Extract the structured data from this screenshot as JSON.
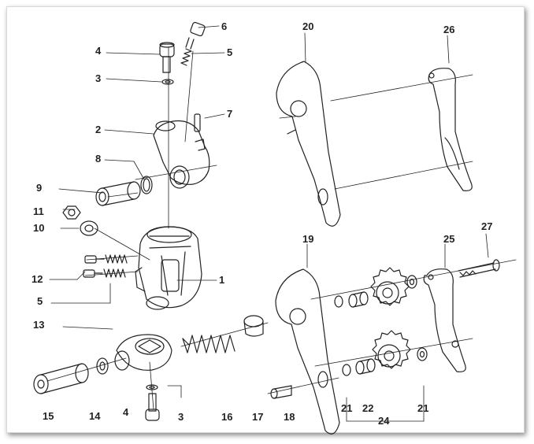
{
  "labels": {
    "n1": "1",
    "n2": "2",
    "n3": "3",
    "n3b": "3",
    "n4": "4",
    "n4b": "4",
    "n5": "5",
    "n5b": "5",
    "n6": "6",
    "n7": "7",
    "n8": "8",
    "n9": "9",
    "n10": "10",
    "n11": "11",
    "n12": "12",
    "n13": "13",
    "n14": "14",
    "n15": "15",
    "n16": "16",
    "n17": "17",
    "n18": "18",
    "n19": "19",
    "n20": "20",
    "n21": "21",
    "n21b": "21",
    "n22": "22",
    "n24": "24",
    "n25": "25",
    "n26": "26",
    "n27": "27"
  },
  "colors": {
    "ink": "#222222",
    "paper": "#ffffff",
    "shadow": "#555555"
  }
}
